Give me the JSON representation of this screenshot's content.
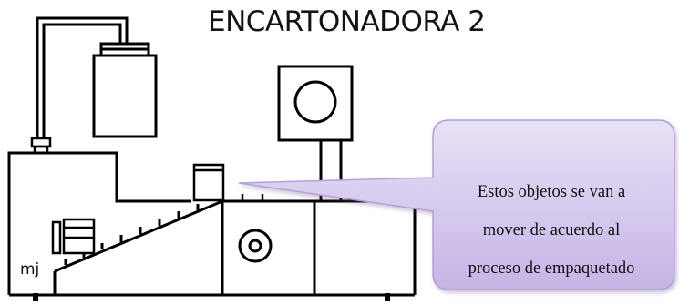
{
  "diagram": {
    "title": "ENCARTONADORA 2",
    "machine_label": "mj"
  },
  "callout": {
    "lines": [
      "Estos objetos se van a",
      "mover de acuerdo al",
      "proceso de empaquetado"
    ],
    "fill_color": "#cdbde8",
    "border_color": "#b7a3de"
  },
  "colors": {
    "line": "#000000",
    "background": "#ffffff"
  }
}
